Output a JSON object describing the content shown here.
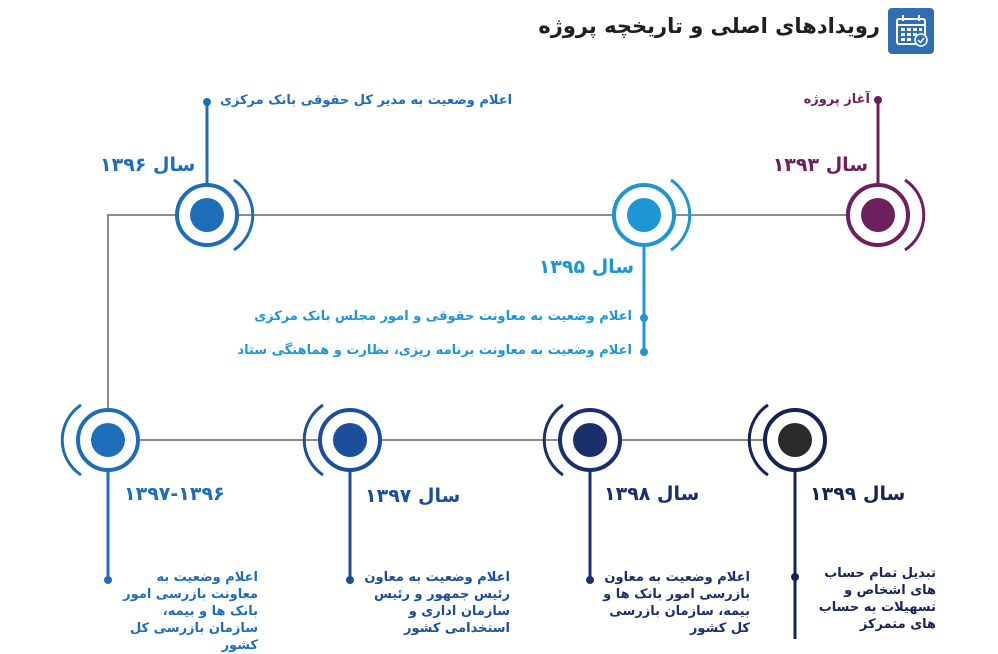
{
  "header": {
    "title": "رویدادهای اصلی و تاریخچه پروژه",
    "icon": "calendar-icon"
  },
  "colors": {
    "purple": "#6e1f5e",
    "light_blue": "#1d96d3",
    "mid_blue": "#1e6db8",
    "royal_blue": "#1b4f9c",
    "navy": "#1a2f6b",
    "dark_navy": "#152357",
    "charcoal": "#2a2a2a",
    "line_gray": "#8c8c8c",
    "header_icon": "#2f6fb0"
  },
  "milestones": [
    {
      "year": "سال ۱۳۹۳",
      "events": [
        "آغاز پروژه"
      ]
    },
    {
      "year": "سال ۱۳۹۵",
      "events": [
        "اعلام وضعیت به معاونت حقوقی و امور مجلس بانک مرکزی",
        "اعلام وضعیت به معاونت برنامه ریزی، نظارت و هماهنگی ستاد"
      ]
    },
    {
      "year": "سال ۱۳۹۶",
      "events": [
        "اعلام وضعیت به مدیر کل حقوقی بانک مرکزی"
      ]
    },
    {
      "year": "۱۳۹۷-۱۳۹۶",
      "events": [
        "اعلام وضعیت به معاونت بازرسی امور بانک ها و بیمه، سازمان بازرسی کل کشور"
      ]
    },
    {
      "year": "سال ۱۳۹۷",
      "events": [
        "اعلام وضعیت به معاون رئیس جمهور و رئیس سازمان اداری و استخدامی کشور"
      ]
    },
    {
      "year": "سال ۱۳۹۸",
      "events": [
        "اعلام وضعیت به معاون بازرسی امور بانک ها و بیمه، سازمان بازرسی کل کشور"
      ]
    },
    {
      "year": "سال ۱۳۹۹",
      "events": [
        "تبدیل تمام حساب های اشخاص و تسهیلات به حساب های متمرکز"
      ]
    }
  ]
}
